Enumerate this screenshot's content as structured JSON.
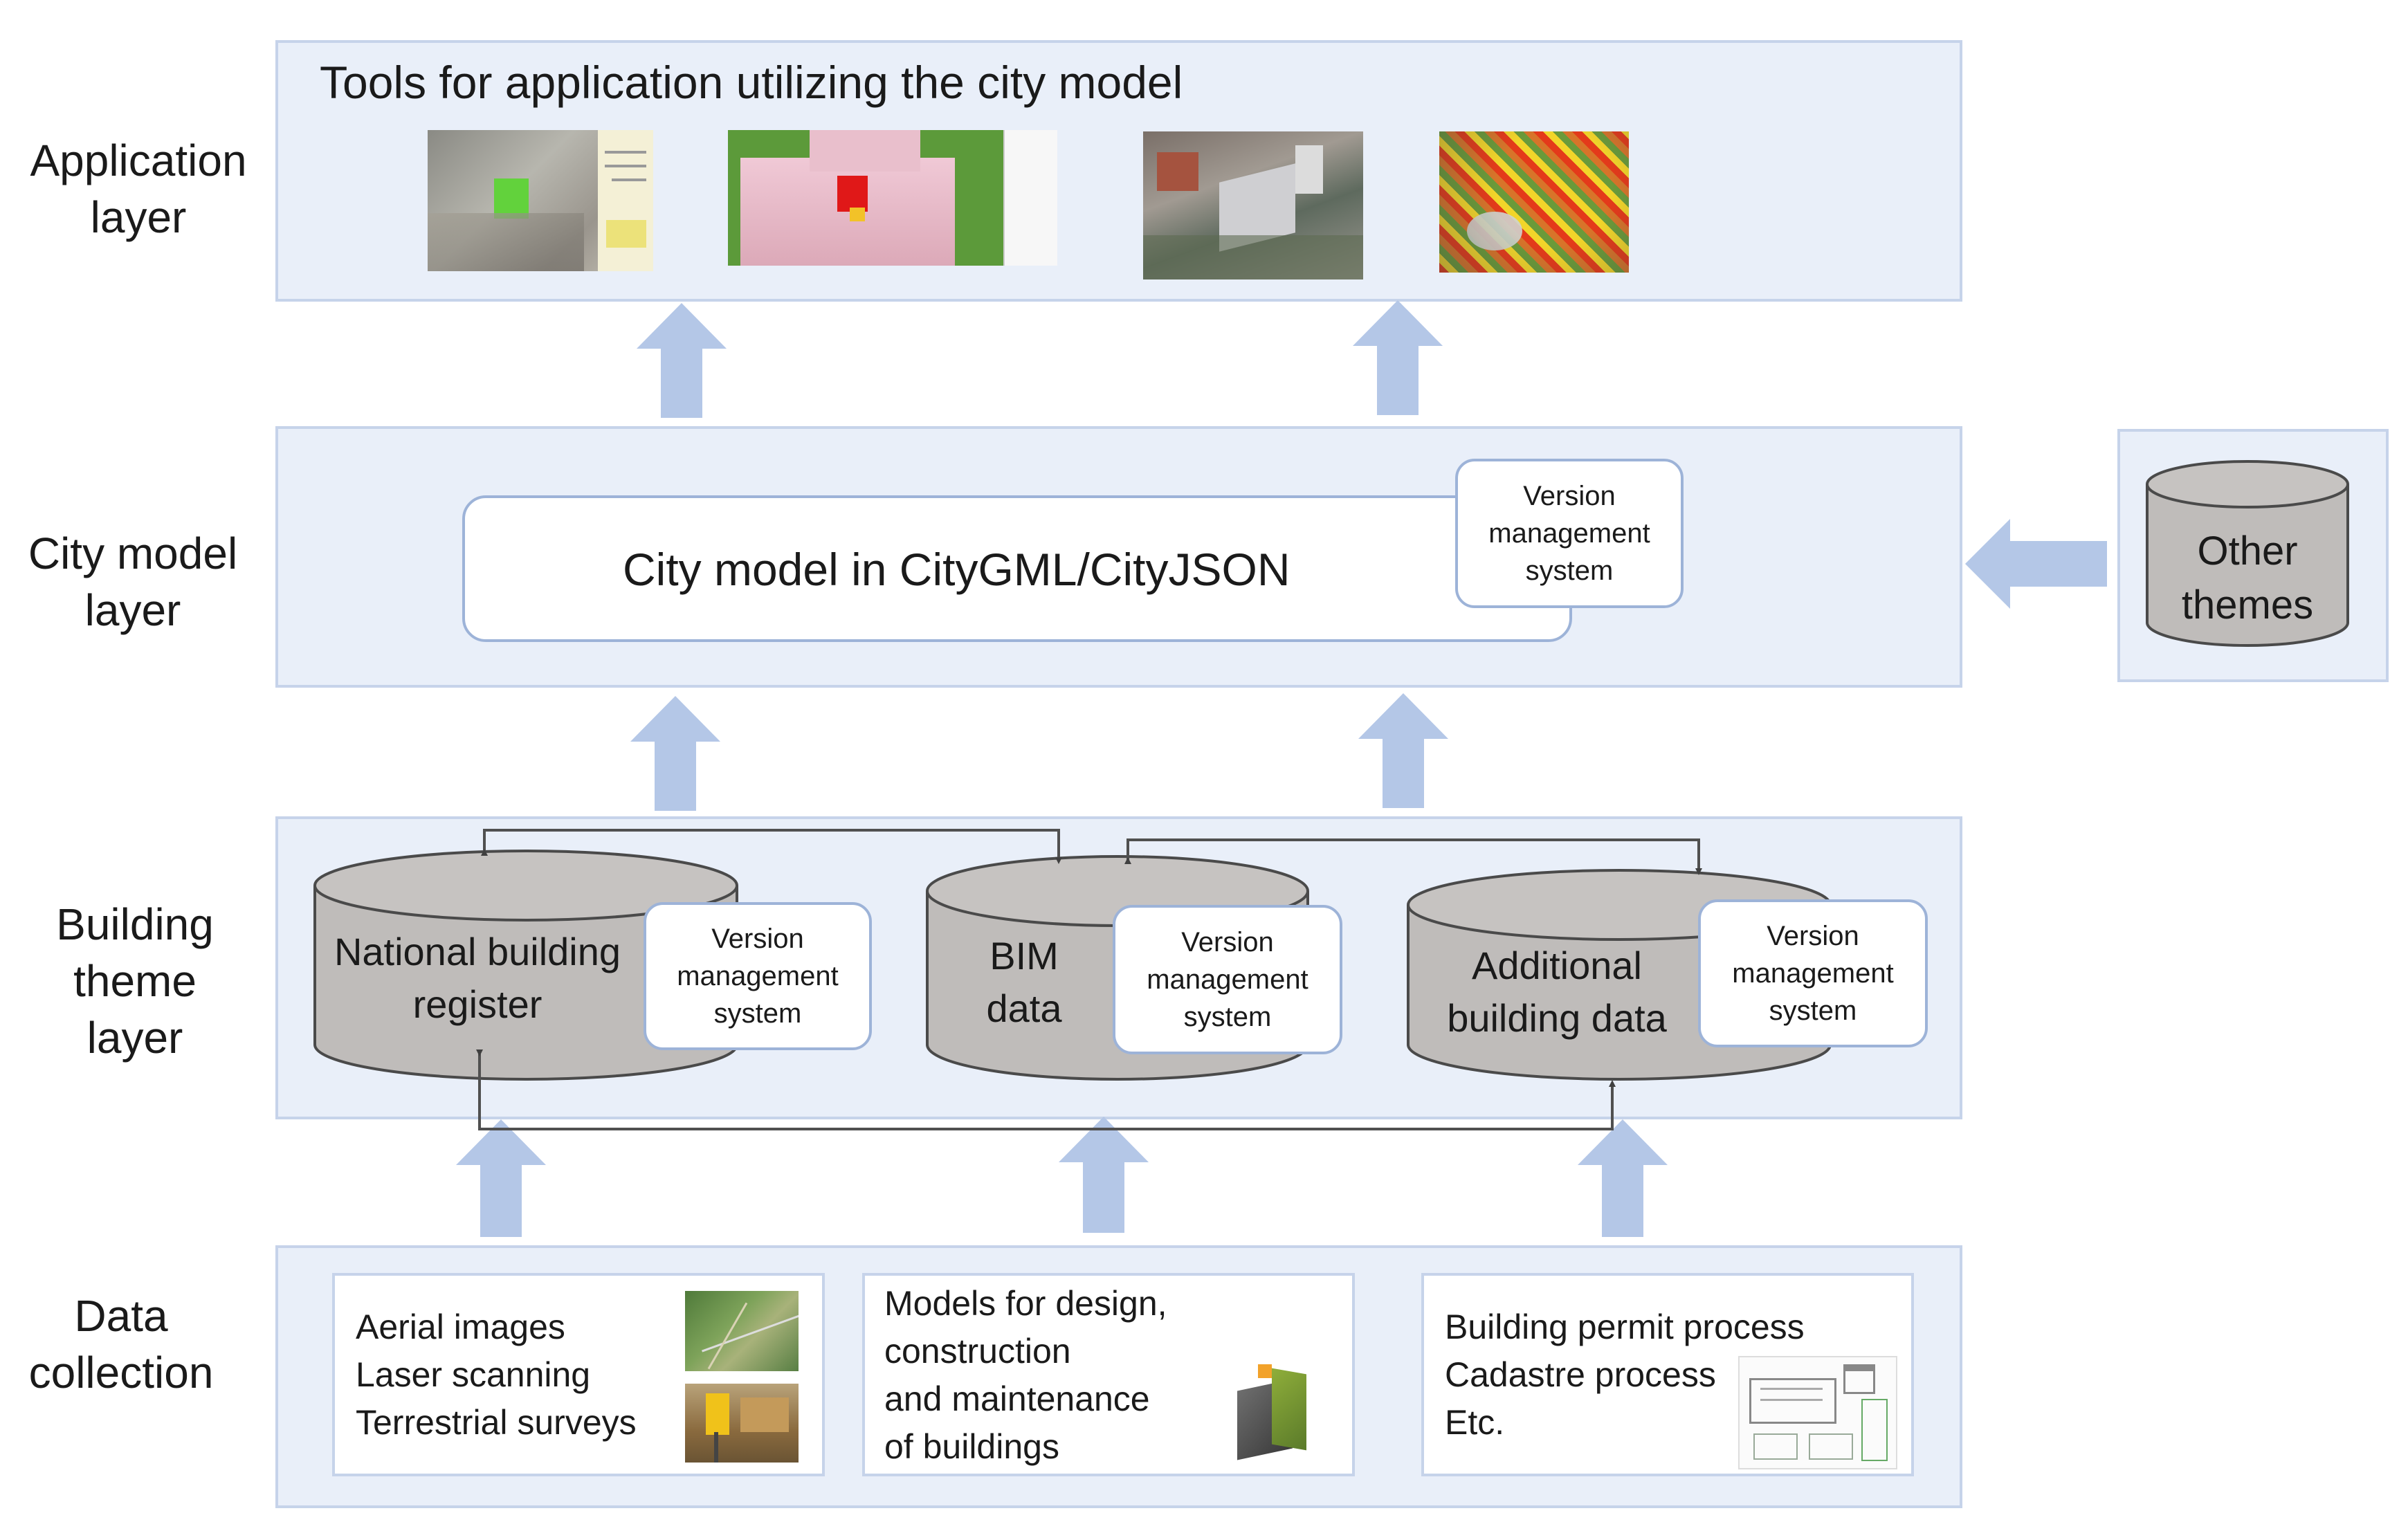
{
  "layers": {
    "application": "Application\nlayer",
    "city_model": "City model\nlayer",
    "building_theme": "Building\ntheme\nlayer",
    "data_collection": "Data\ncollection"
  },
  "application_band": {
    "title": "Tools for application utilizing the city model"
  },
  "city_model_band": {
    "city_model_label": "City model in CityGML/CityJSON",
    "version_label": "Version\nmanagement\nsystem",
    "other_themes": "Other\nthemes"
  },
  "building_theme_band": {
    "national_register": "National building\nregister",
    "bim_data": "BIM\ndata",
    "additional_data": "Additional\nbuilding data",
    "version_label": "Version\nmanagement\nsystem"
  },
  "data_collection_band": {
    "aerial": "Aerial images\nLaser scanning\nTerrestrial surveys",
    "models": "Models for design,\nconstruction\nand maintenance\nof buildings",
    "permits": "Building permit process\nCadastre process\nEtc."
  },
  "colors": {
    "band_fill": "#e9eff9",
    "band_border": "#c6d3ea",
    "arrow_fill": "#b4c7e7",
    "cylinder_fill": "#bfbcba",
    "cylinder_stroke": "#4a4a4a",
    "version_border": "#9db3d8"
  }
}
